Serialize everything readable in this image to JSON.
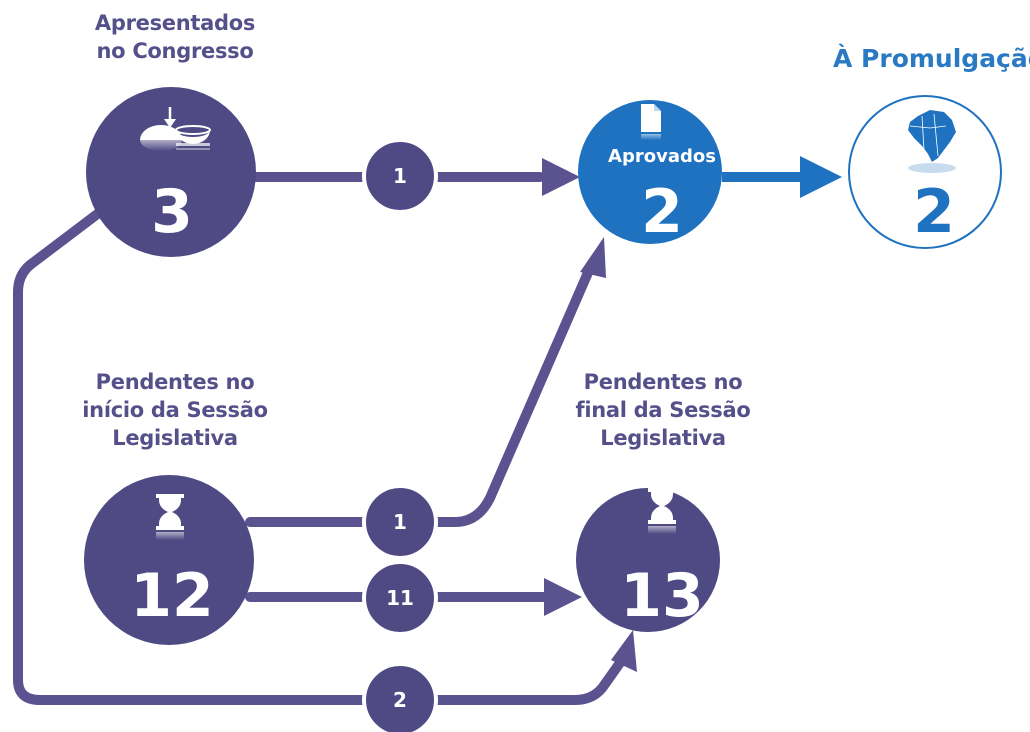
{
  "colors": {
    "purple": "#4f4a84",
    "purple_line": "#5b5290",
    "blue": "#1f72c0",
    "white": "#ffffff"
  },
  "nodes": {
    "apresentados": {
      "label_lines": [
        "Apresentados",
        "no Congresso"
      ],
      "value": "3",
      "icon": "ballot-domes-icon"
    },
    "aprovados": {
      "label": "Aprovados",
      "value": "2",
      "icon": "document-icon"
    },
    "promulgacao": {
      "label": "À Promulgação",
      "value": "2",
      "icon": "brazil-map-icon"
    },
    "pendentes_inicio": {
      "label_lines": [
        "Pendentes no",
        "início da Sessão",
        "Legislativa"
      ],
      "value": "12",
      "icon": "hourglass-icon"
    },
    "pendentes_final": {
      "label_lines": [
        "Pendentes no",
        "final da Sessão",
        "Legislativa"
      ],
      "value": "13",
      "icon": "hourglass-icon"
    }
  },
  "flows": {
    "apresentados_to_aprovados": "1",
    "inicio_to_aprovados": "1",
    "inicio_to_final": "11",
    "apresentados_to_final": "2"
  }
}
